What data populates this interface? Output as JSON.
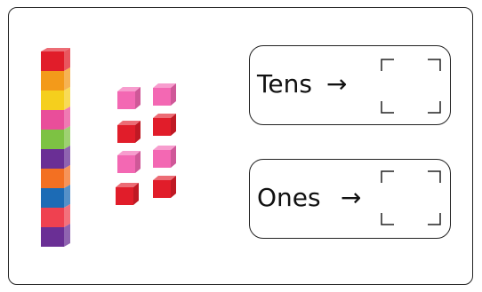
{
  "tens_label": "Tens",
  "ones_label": "Ones",
  "arrow_glyph": "→",
  "tens_rod_colors": [
    "#e11d2a",
    "#f39a1a",
    "#f5cf1d",
    "#e94e9a",
    "#7dc243",
    "#6a2f95",
    "#f37022",
    "#1c6bb5",
    "#ef4150",
    "#6a2f95"
  ],
  "unit_cube_colors": [
    "#f368b3",
    "#f368b3",
    "#e11d2a",
    "#e11d2a",
    "#f368b3",
    "#f368b3",
    "#e11d2a",
    "#e11d2a"
  ],
  "tens_count_shown": 1,
  "ones_count_shown": 8
}
